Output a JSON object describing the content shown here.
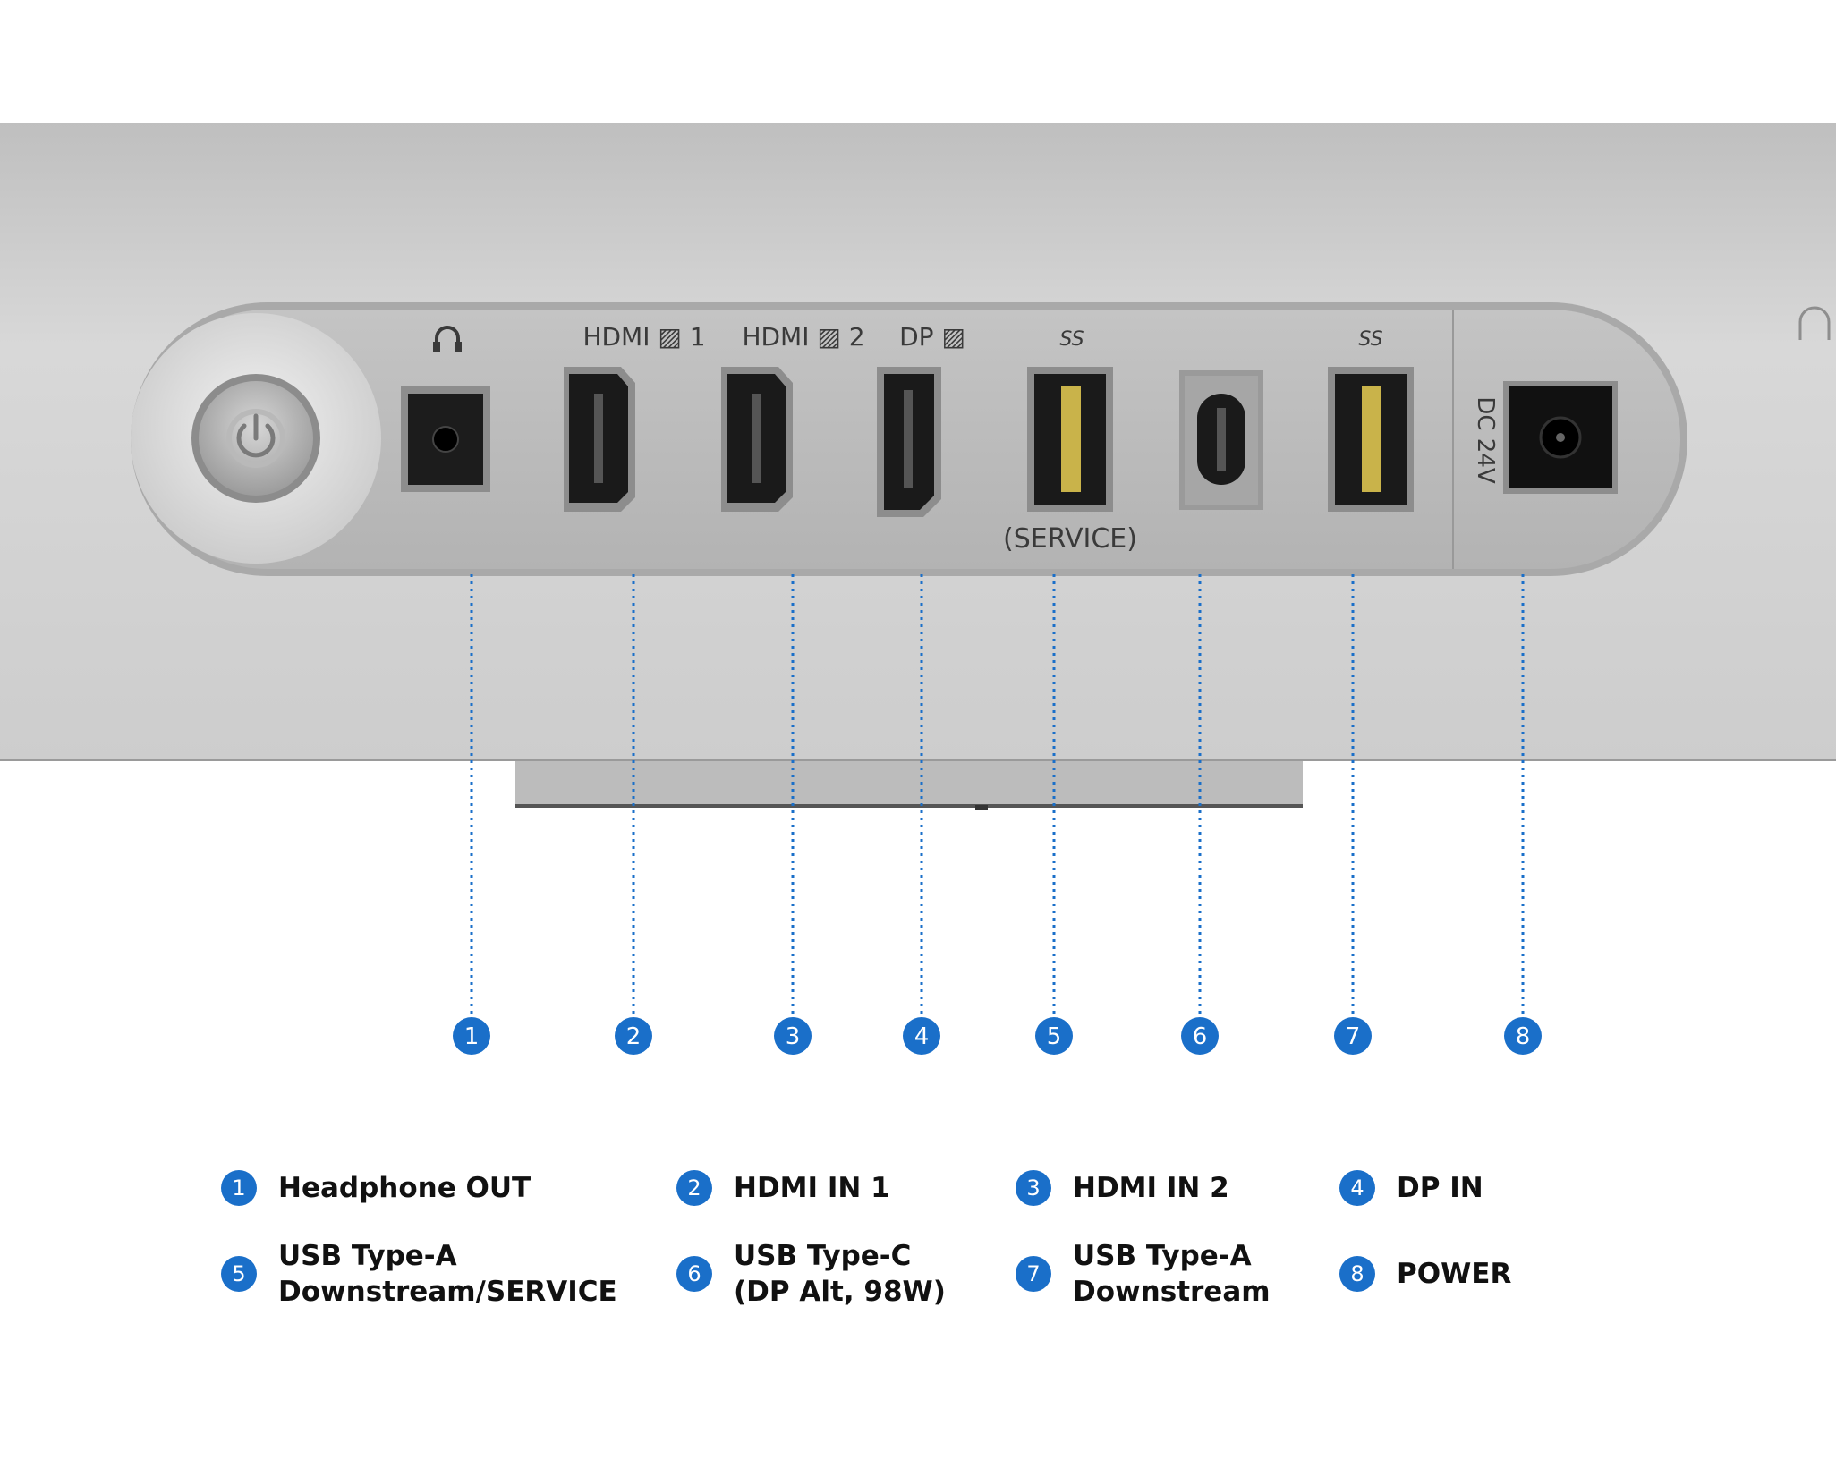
{
  "ports": [
    {
      "number": "1",
      "panel_label": "",
      "panel_icon": "headphone-icon",
      "sub_label": ""
    },
    {
      "number": "2",
      "panel_label": "HDMI",
      "panel_suffix": "1",
      "panel_icon": "hdmi-port-icon",
      "sub_label": ""
    },
    {
      "number": "3",
      "panel_label": "HDMI",
      "panel_suffix": "2",
      "panel_icon": "hdmi-port-icon",
      "sub_label": ""
    },
    {
      "number": "4",
      "panel_label": "DP",
      "panel_suffix": "",
      "panel_icon": "displayport-icon",
      "sub_label": ""
    },
    {
      "number": "5",
      "panel_label": "SS",
      "panel_icon": "usb-superspeed-icon",
      "sub_label": "(SERVICE)"
    },
    {
      "number": "6",
      "panel_label": "",
      "panel_icon": "usb-c-icon",
      "sub_label": ""
    },
    {
      "number": "7",
      "panel_label": "SS",
      "panel_icon": "usb-superspeed-icon",
      "sub_label": ""
    },
    {
      "number": "8",
      "panel_label": "DC 24V",
      "panel_icon": "dc-power-icon",
      "sub_label": ""
    }
  ],
  "legend": [
    {
      "number": "1",
      "lines": [
        "Headphone OUT"
      ]
    },
    {
      "number": "2",
      "lines": [
        "HDMI IN 1"
      ]
    },
    {
      "number": "3",
      "lines": [
        "HDMI IN 2"
      ]
    },
    {
      "number": "4",
      "lines": [
        "DP IN"
      ]
    },
    {
      "number": "5",
      "lines": [
        "USB Type-A",
        "Downstream/SERVICE"
      ]
    },
    {
      "number": "6",
      "lines": [
        "USB Type-C",
        "(DP Alt, 98W)"
      ]
    },
    {
      "number": "7",
      "lines": [
        "USB Type-A",
        "Downstream"
      ]
    },
    {
      "number": "8",
      "lines": [
        "POWER"
      ]
    }
  ],
  "colors": {
    "accent_blue": "#1a6fc9",
    "chassis": "#cfcfcf",
    "port_panel": "#b9b9b9",
    "port_black": "#1b1b1b"
  }
}
